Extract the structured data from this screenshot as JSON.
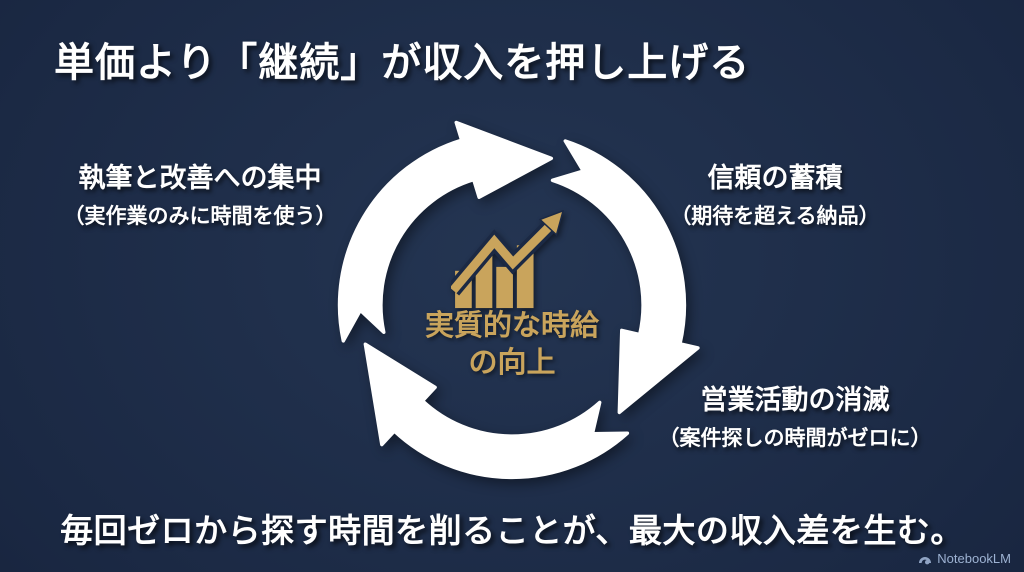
{
  "slide": {
    "title": "単価より「継続」が収入を押し上げる",
    "cycle": {
      "center_line1": "実質的な時給",
      "center_line2": "の向上",
      "nodes": [
        {
          "label": "執筆と改善への集中",
          "sublabel": "（実作業のみに時間を使う）"
        },
        {
          "label": "信頼の蓄積",
          "sublabel": "（期待を超える納品）"
        },
        {
          "label": "営業活動の消滅",
          "sublabel": "（案件探しの時間がゼロに）"
        }
      ]
    },
    "footer": "毎回ゼロから探す時間を削ることが、最大の収入差を生む。",
    "watermark": {
      "label": "NotebookLM"
    },
    "icons": {
      "center": "growth-chart-icon",
      "ring": "cycle-arrows-icon",
      "watermark": "notebooklm-logo-icon"
    },
    "colors": {
      "background": "#1b2944",
      "accent_gold": "#c9a45c",
      "arrow_white": "#ffffff",
      "watermark_text": "#9db2d2"
    }
  }
}
